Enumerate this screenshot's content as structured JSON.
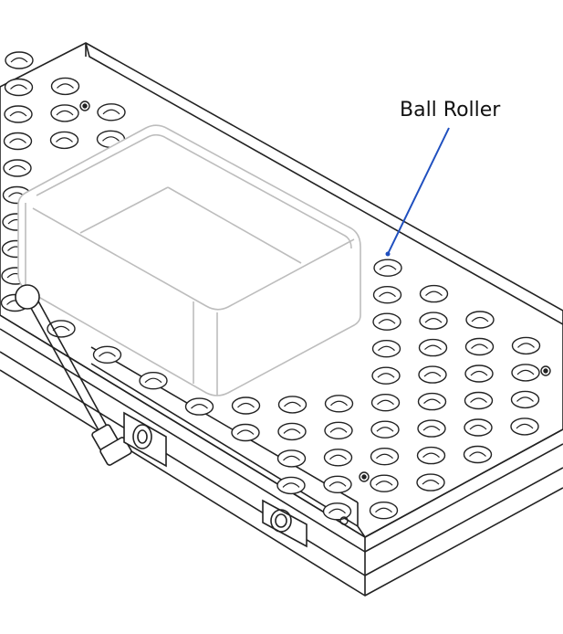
{
  "diagram": {
    "callout_label": "Ball Roller",
    "colors": {
      "line": "#222222",
      "faint_line": "#bdbdbd",
      "leader": "#1f4fbf",
      "background": "#ffffff"
    },
    "parts": [
      "table-plate",
      "ball-roller-grid",
      "tote-box",
      "handle-lever",
      "side-connector",
      "front-connector"
    ]
  }
}
